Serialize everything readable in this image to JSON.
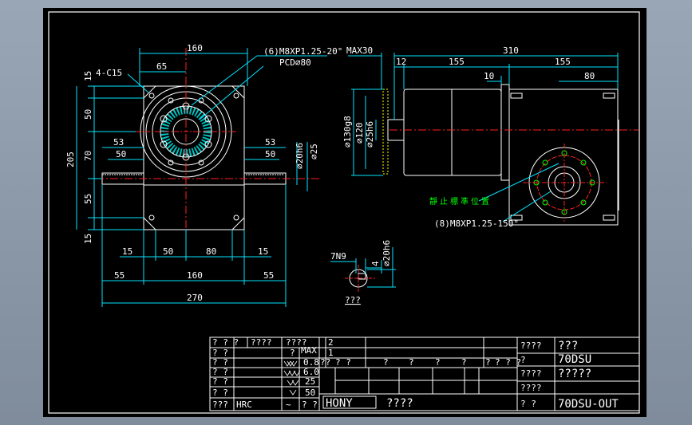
{
  "colors": {
    "background": "#000000",
    "frame": "#ffffff",
    "part_outline": "#ffffff",
    "dimension_line": "#00e5ff",
    "centerline": "#ff2020",
    "hatch": "#00c0c0",
    "note_green": "#00ff00",
    "hidden": "#ffff00"
  },
  "front_view": {
    "dims_top": {
      "overall": "160",
      "offset": "65"
    },
    "bolt_note": "(6)M8XP1.25-20°",
    "pcd_note": "PCD∅80",
    "chamfer": "4-C15",
    "dims_left": {
      "d15_top": "15",
      "d50": "50",
      "d205": "205",
      "d70": "70",
      "d55": "55",
      "d15_bot": "15"
    },
    "shaft_left": {
      "d53": "53",
      "d50": "50"
    },
    "shaft_right": {
      "d53": "53",
      "d50": "50",
      "dia_h6": "∅20h6",
      "dia25": "∅25"
    },
    "dims_bottom": {
      "a15": "15",
      "b50": "50",
      "c80": "80",
      "d15": "15",
      "e55": "55",
      "f160": "160",
      "g55": "55",
      "total": "270"
    }
  },
  "side_view": {
    "max30": "MAX30",
    "total": "310",
    "d12": "12",
    "d155a": "155",
    "d155b": "155",
    "d10": "10",
    "d80": "80",
    "dia130": "∅130g8",
    "dia120": "∅120",
    "dia25h6": "∅25h6",
    "static_mark": "靜止標準位置",
    "bolt_note": "(8)M8XP1.25-150°"
  },
  "keyway": {
    "n9": "7N9",
    "d4": "4",
    "dia": "∅20h6",
    "label": "???"
  },
  "title_block": {
    "left": {
      "r1": [
        "? ? ?",
        "????",
        "????"
      ],
      "r2": [
        "? ?",
        "?",
        "MAX"
      ],
      "r3": [
        "? ?",
        "0.8"
      ],
      "r4": [
        "? ?",
        "6.0"
      ],
      "r5": [
        "? ?",
        "25"
      ],
      "r6": [
        "? ?",
        "50"
      ],
      "r7": [
        "???",
        "HRC",
        "~",
        "? ?"
      ]
    },
    "middle": {
      "rev1": "2",
      "rev2": "1",
      "hdr": [
        "??",
        "? ?",
        "?",
        "?",
        "?",
        "?",
        "?",
        "? ? ?"
      ],
      "company": "HONY",
      "company_name": "????"
    },
    "right": {
      "r1_label": "????",
      "r1_value": "???",
      "r2_label": "?",
      "r2_value": "70DSU",
      "r3_label": "????",
      "r3_value": "?????",
      "r4_label": "????",
      "r5_label": "?  ?",
      "r5_value": "70DSU-OUT"
    }
  }
}
